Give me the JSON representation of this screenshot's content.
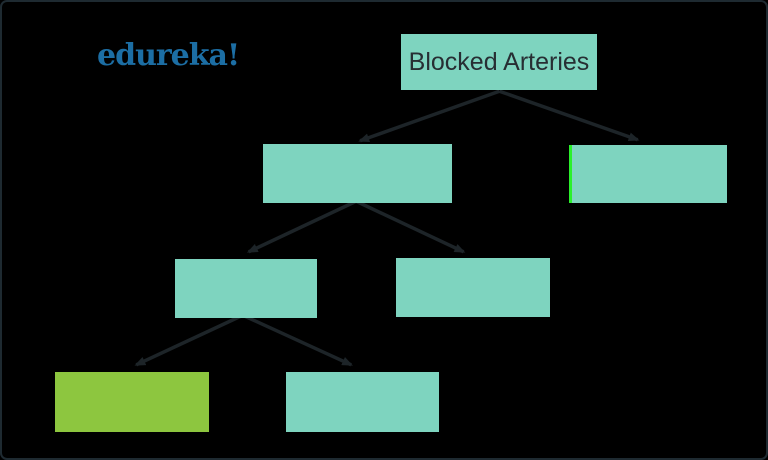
{
  "frame": {
    "background": "#000000",
    "border_color": "#1e2a31"
  },
  "logo": {
    "text": "edureka!",
    "color": "#1c6ea4"
  },
  "tree": {
    "root_label": "Blocked Arteries",
    "node_fill_teal": "#7ed4bf",
    "node_fill_green": "#8dc63f",
    "highlight_edge_color": "#2bf02b",
    "arrow_color": "#1d2428",
    "label_color": "#272e33",
    "nodes": [
      {
        "id": "root",
        "label": "Blocked Arteries",
        "level": 1,
        "fill": "teal",
        "children": [
          "level2-left",
          "level2-right"
        ]
      },
      {
        "id": "level2-left",
        "label": "",
        "level": 2,
        "fill": "teal",
        "children": [
          "level3-left",
          "level3-right"
        ]
      },
      {
        "id": "level2-right",
        "label": "",
        "level": 2,
        "fill": "teal",
        "highlight_left_edge": true,
        "children": []
      },
      {
        "id": "level3-left",
        "label": "",
        "level": 3,
        "fill": "teal",
        "children": [
          "level4-left",
          "level4-right"
        ]
      },
      {
        "id": "level3-right",
        "label": "",
        "level": 3,
        "fill": "teal",
        "children": []
      },
      {
        "id": "level4-left",
        "label": "",
        "level": 4,
        "fill": "green",
        "children": []
      },
      {
        "id": "level4-right",
        "label": "",
        "level": 4,
        "fill": "teal",
        "children": []
      }
    ]
  }
}
